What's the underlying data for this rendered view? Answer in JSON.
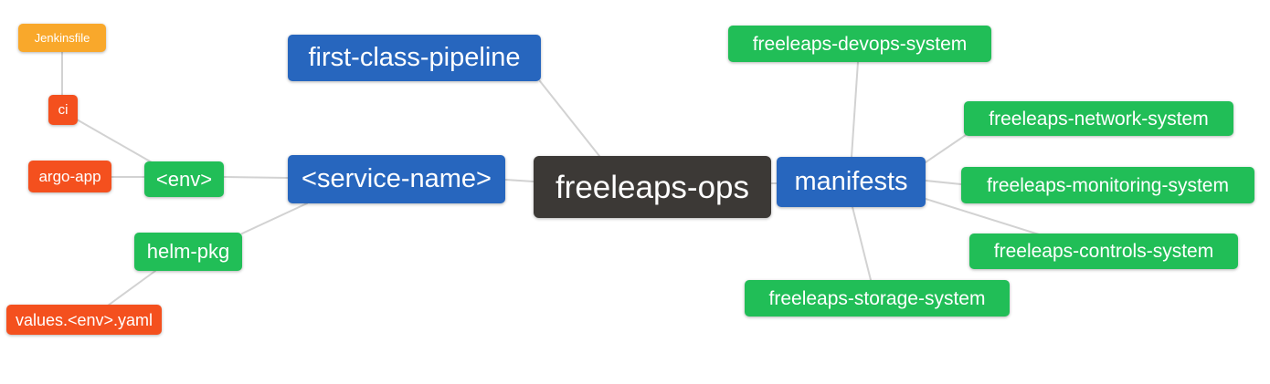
{
  "canvas": {
    "background": "#FFFFFF"
  },
  "palette": {
    "blue": "#2766BE",
    "green": "#21BE57",
    "red_orange": "#F4501E",
    "amber": "#F9A82B",
    "dark": "#3C3936",
    "edge_line": "#D2D2D2",
    "node_text": "#FFFFFF"
  },
  "mindmap": {
    "root_label": "freeleaps-ops",
    "nodes": [
      {
        "id": "freeleaps-ops",
        "label": "freeleaps-ops",
        "color": "#3C3936"
      },
      {
        "id": "service-name",
        "label": "<service-name>",
        "color": "#2766BE"
      },
      {
        "id": "first-class-pipeline",
        "label": "first-class-pipeline",
        "color": "#2766BE"
      },
      {
        "id": "env",
        "label": "<env>",
        "color": "#21BE57"
      },
      {
        "id": "ci",
        "label": "ci",
        "color": "#F4501E"
      },
      {
        "id": "jenkinsfile",
        "label": "Jenkinsfile",
        "color": "#F9A82B"
      },
      {
        "id": "argo-app",
        "label": "argo-app",
        "color": "#F4501E"
      },
      {
        "id": "helm-pkg",
        "label": "helm-pkg",
        "color": "#21BE57"
      },
      {
        "id": "values-env-yaml",
        "label": "values.<env>.yaml",
        "color": "#F4501E"
      },
      {
        "id": "manifests",
        "label": "manifests",
        "color": "#2766BE"
      },
      {
        "id": "freeleaps-devops-system",
        "label": "freeleaps-devops-system",
        "color": "#21BE57"
      },
      {
        "id": "freeleaps-network-system",
        "label": "freeleaps-network-system",
        "color": "#21BE57"
      },
      {
        "id": "freeleaps-monitoring-system",
        "label": "freeleaps-monitoring-system",
        "color": "#21BE57"
      },
      {
        "id": "freeleaps-controls-system",
        "label": "freeleaps-controls-system",
        "color": "#21BE57"
      },
      {
        "id": "freeleaps-storage-system",
        "label": "freeleaps-storage-system",
        "color": "#21BE57"
      }
    ],
    "edges": [
      [
        "jenkinsfile",
        "ci"
      ],
      [
        "ci",
        "env"
      ],
      [
        "argo-app",
        "env"
      ],
      [
        "env",
        "service-name"
      ],
      [
        "service-name",
        "helm-pkg"
      ],
      [
        "helm-pkg",
        "values-env-yaml"
      ],
      [
        "first-class-pipeline",
        "freeleaps-ops"
      ],
      [
        "service-name",
        "freeleaps-ops"
      ],
      [
        "freeleaps-ops",
        "manifests"
      ],
      [
        "manifests",
        "freeleaps-devops-system"
      ],
      [
        "manifests",
        "freeleaps-network-system"
      ],
      [
        "manifests",
        "freeleaps-monitoring-system"
      ],
      [
        "manifests",
        "freeleaps-controls-system"
      ],
      [
        "manifests",
        "freeleaps-storage-system"
      ]
    ]
  }
}
